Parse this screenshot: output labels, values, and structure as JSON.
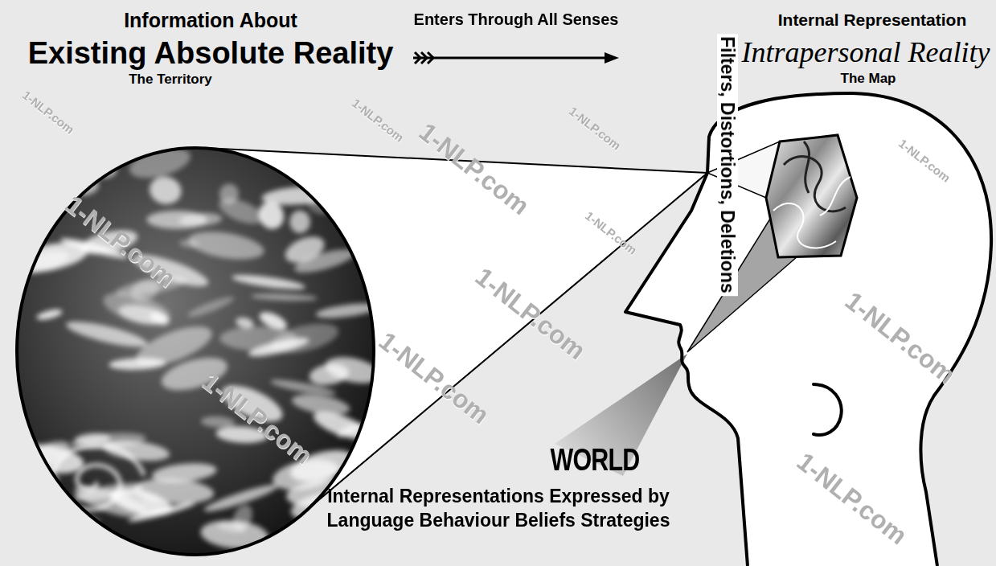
{
  "diagram": {
    "nodes": [
      {
        "text": [
          "Information About",
          "Existing Absolute Reality",
          "The Territory"
        ]
      },
      {
        "text": [
          "Internal Representation",
          "Intrapersonal Reality",
          "The Map"
        ]
      }
    ],
    "edges": [
      {
        "from": 0,
        "to": 1,
        "arrow": "to",
        "label": "Enters Through All Senses"
      }
    ],
    "labels": [
      "Filters, Distortions, Deletions",
      "WORLD",
      "Internal Representations Expressed by Language Behaviour Beliefs Strategies",
      "1-NLP.com",
      "1-NLP.com",
      "1-NLP.com",
      "1-NLP.com",
      "1-NLP.com",
      "1-NLP.com",
      "1-NLP.com",
      "1-NLP.com",
      "1-NLP.com",
      "1-NLP.com",
      "1-NLP.com",
      "1-NLP.com"
    ]
  }
}
